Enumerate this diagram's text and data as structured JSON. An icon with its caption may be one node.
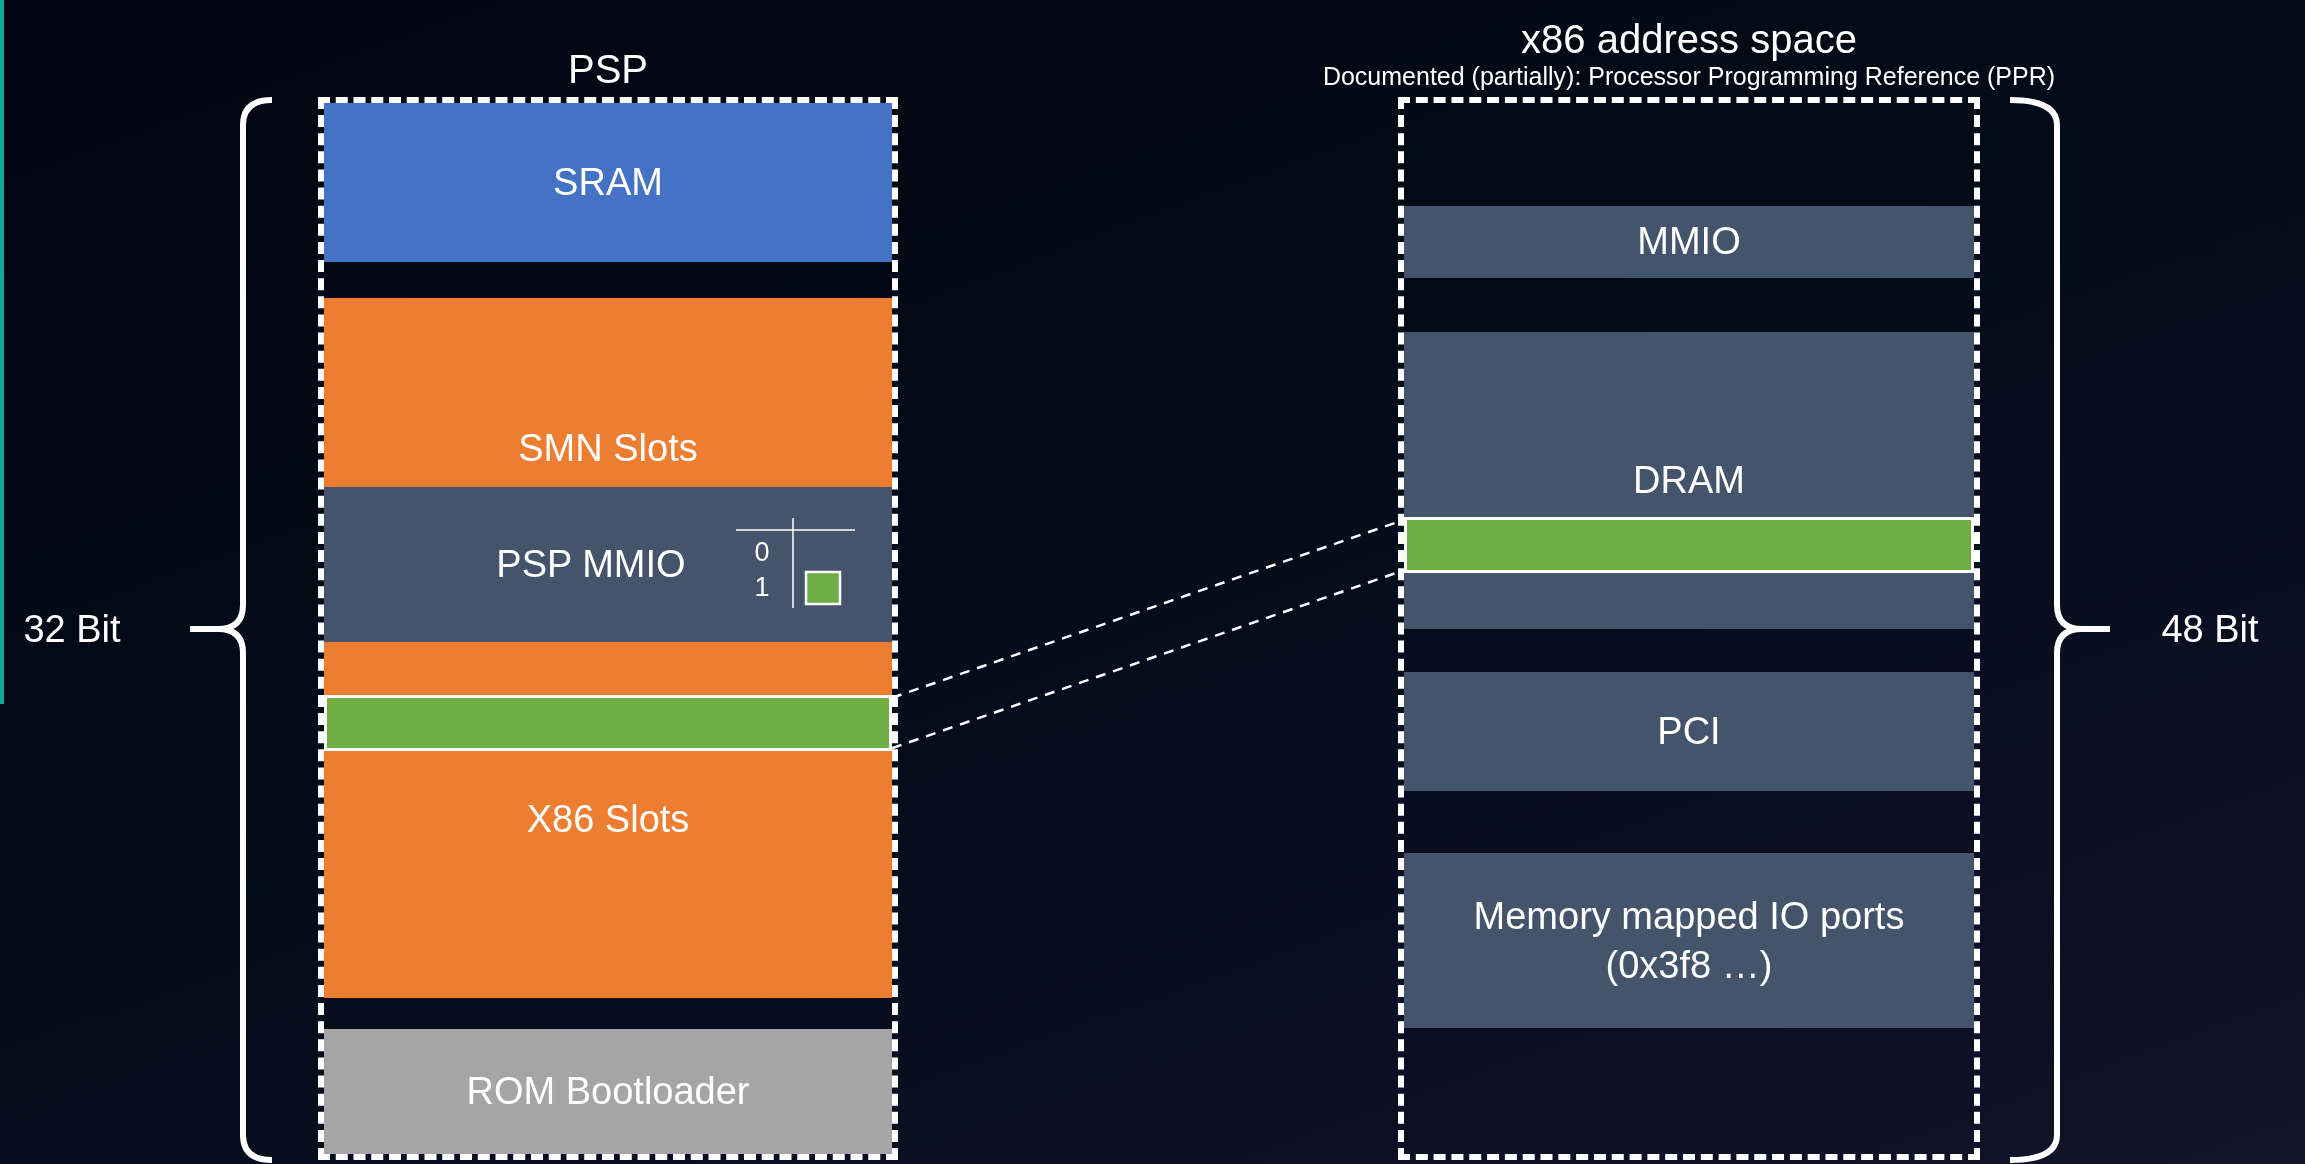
{
  "diagram": {
    "nodes": [
      {
        "text": [
          "PSP"
        ]
      },
      {
        "text": [
          "SRAM"
        ],
        "in": 0
      },
      {
        "text": [
          "SMN Slots"
        ],
        "in": 0
      },
      {
        "text": [
          "PSP MMIO"
        ],
        "in": 0
      },
      {
        "text": [
          "X86 Slots"
        ],
        "in": 0
      },
      {
        "text": [],
        "shape": "bar",
        "in": 4
      },
      {
        "text": [
          "ROM Bootloader"
        ],
        "in": 0
      },
      {
        "text": [
          "x86 address space",
          "Documented (partially): Processor Programming Reference (PPR)"
        ]
      },
      {
        "text": [
          "MMIO"
        ],
        "in": 7
      },
      {
        "text": [
          "DRAM"
        ],
        "in": 7
      },
      {
        "text": [],
        "shape": "bar",
        "in": 9
      },
      {
        "text": [
          "PCI"
        ],
        "in": 7
      },
      {
        "text": [
          "Memory mapped IO ports (0x3f8 …)"
        ],
        "in": 7
      }
    ],
    "edges": [
      {
        "from": 5,
        "to": 10,
        "arrow": "none",
        "style": "dashed"
      },
      {
        "from": 5,
        "to": 10,
        "arrow": "none",
        "style": "dashed"
      }
    ],
    "labels": [
      "0",
      "1",
      "32 Bit",
      "48 Bit"
    ]
  }
}
